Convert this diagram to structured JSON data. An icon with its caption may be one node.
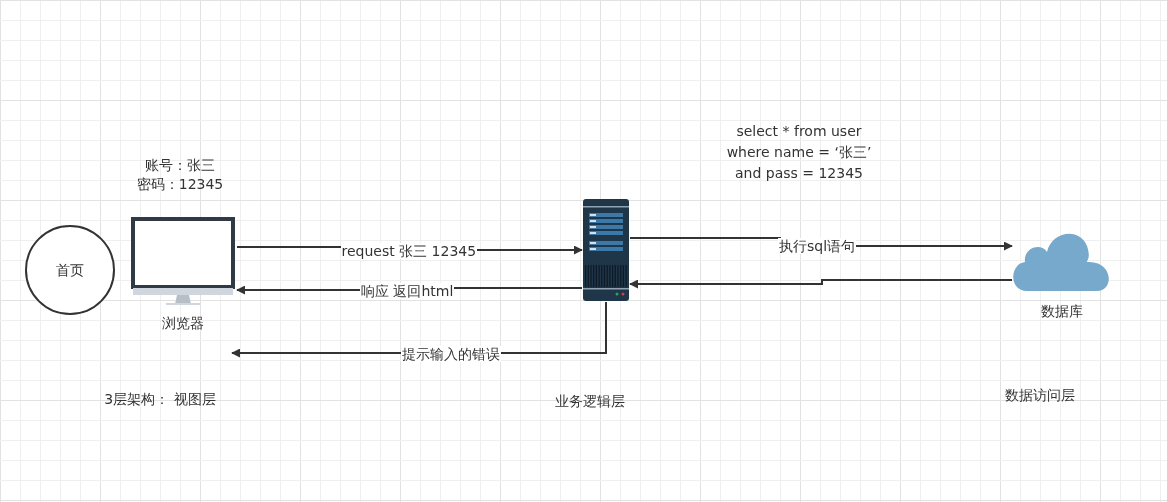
{
  "diagram": {
    "nodes": [
      {
        "text": [
          "首页"
        ]
      },
      {
        "text": [
          "浏览器"
        ],
        "beside": [
          "账号：张三",
          "密码：12345"
        ]
      },
      {
        "text": [],
        "shape": "picture"
      },
      {
        "text": [
          "数据库"
        ]
      }
    ],
    "edges": [
      {
        "from": 1,
        "to": 2,
        "arrow": "to",
        "label": "request 张三 12345"
      },
      {
        "from": 2,
        "to": 1,
        "arrow": "to",
        "label": "响应 返回html"
      },
      {
        "from": 2,
        "to": null,
        "arrow": "to",
        "label": "提示输入的错误"
      },
      {
        "from": 2,
        "to": 3,
        "arrow": "to",
        "label": "执行sql语句"
      },
      {
        "from": 3,
        "to": 2,
        "arrow": "to"
      }
    ],
    "labels": [
      "select * from user where name = ‘张三’ and pass = 12345",
      "3层架构： 视图层",
      "业务逻辑层",
      "数据访问层"
    ]
  }
}
